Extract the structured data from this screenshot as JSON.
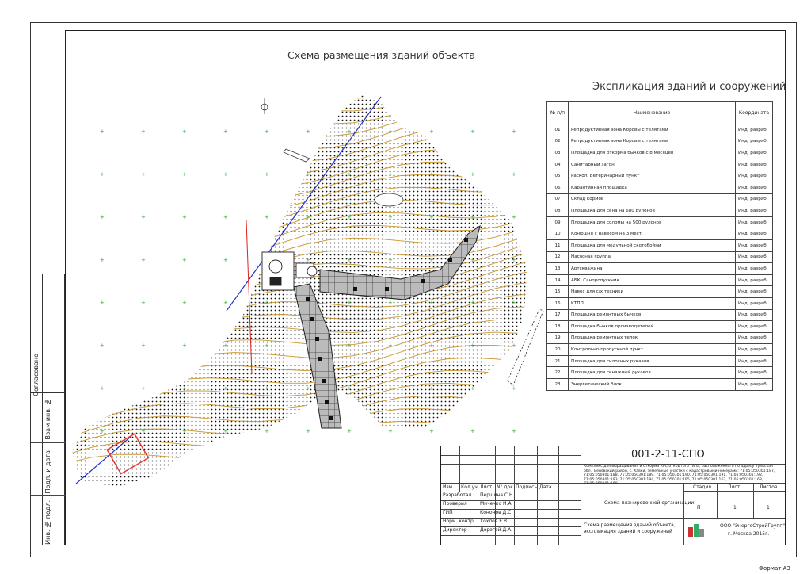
{
  "drawing": {
    "title": "Схема размещения зданий объекта",
    "format": "Формат А3"
  },
  "side_block": {
    "agreed": "Согласовано",
    "inv_replace": "Взам инв. №",
    "sign_date": "Подп. и дата",
    "inv_orig": "Инв. № подл."
  },
  "explication": {
    "title": "Экспликация зданий и сооружений",
    "headers": {
      "num": "№ п/п",
      "name": "Наименование",
      "coord": "Координата"
    },
    "rows": [
      {
        "n": "01",
        "name": "Репродуктивная зона Коровы с телятами",
        "coord": "Инд. разраб."
      },
      {
        "n": "02",
        "name": "Репродуктивная зона Коровы с телятами",
        "coord": "Инд. разраб."
      },
      {
        "n": "03",
        "name": "Площадка для откорма бычков с 8 месяцев",
        "coord": "Инд. разраб."
      },
      {
        "n": "04",
        "name": "Санитарный загон",
        "coord": "Инд. разраб."
      },
      {
        "n": "05",
        "name": "Раскол. Ветеринарный пункт",
        "coord": "Инд. разраб."
      },
      {
        "n": "06",
        "name": "Карантинная площадка",
        "coord": "Инд. разраб."
      },
      {
        "n": "07",
        "name": "Склад кормов",
        "coord": "Инд. разраб."
      },
      {
        "n": "08",
        "name": "Площадка для сена на 680 рулонов",
        "coord": "Инд. разраб."
      },
      {
        "n": "09",
        "name": "Площадка для соломы на 500 рулонов",
        "coord": "Инд. разраб."
      },
      {
        "n": "10",
        "name": "Конюшня с навесом на 3 мест.",
        "coord": "Инд. разраб."
      },
      {
        "n": "11",
        "name": "Площадка для модульной скотобойни",
        "coord": "Инд. разраб."
      },
      {
        "n": "12",
        "name": "Насосная группа",
        "coord": "Инд. разраб."
      },
      {
        "n": "13",
        "name": "Артскважина",
        "coord": "Инд. разраб."
      },
      {
        "n": "14",
        "name": "АБК. Санпропускник",
        "coord": "Инд. разраб."
      },
      {
        "n": "15",
        "name": "Навес для с/х техники",
        "coord": "Инд. разраб."
      },
      {
        "n": "16",
        "name": "КТПП",
        "coord": "Инд. разраб."
      },
      {
        "n": "17",
        "name": "Площадка ремонтных бычков",
        "coord": "Инд. разраб."
      },
      {
        "n": "18",
        "name": "Площадка бычков производителей",
        "coord": "Инд. разраб."
      },
      {
        "n": "19",
        "name": "Площадка ремонтных телок",
        "coord": "Инд. разраб."
      },
      {
        "n": "20",
        "name": "Контрольно-пропускной пункт",
        "coord": "Инд. разраб."
      },
      {
        "n": "21",
        "name": "Площадка для силосных рукавов",
        "coord": "Инд. разраб."
      },
      {
        "n": "22",
        "name": "Площадка для сенажный рукавов",
        "coord": "Инд. разраб."
      },
      {
        "n": "23",
        "name": "Энергетический блок",
        "coord": "Инд. разраб."
      }
    ]
  },
  "stamp": {
    "code": "001-2-11-СПО",
    "description": "Комплекс для выращивания и откорма КРС открытого типа, расположенного по адресу Тульская обл., Венёвский район, с. Хавки, земельные участки с кадастровыми номерами: 71:05:050301:187, 71:05:050301:188, 71:05:050301:189, 71:05:050301:190, 71:05:050301:191, 71:05:050301:192, 71:05:050301:193, 71:05:050301:194, 71:05:050301:195, 71:05:050301:167, 71:05:050301:168, 71:05:050301:169",
    "col_headers": {
      "izm": "Изм.",
      "kol": "Кол.уч.",
      "list": "Лист",
      "doc": "N° док.",
      "sign": "Подпись",
      "date": "Дата"
    },
    "people": [
      {
        "role": "Разработал",
        "name": "Першина С.Н."
      },
      {
        "role": "Проверил",
        "name": "Мичечко И.А."
      },
      {
        "role": "ГИП",
        "name": "Кононов Д.С."
      },
      {
        "role": "Норм. контр.",
        "name": "Хохлов Е.В."
      },
      {
        "role": "Директор",
        "name": "Дорогой Д.А."
      }
    ],
    "section_name": "Схема планировочной организации",
    "stage_label": "Стадия",
    "sheet_label": "Лист",
    "sheets_label": "Листов",
    "stage": "П",
    "sheet": "1",
    "sheets": "1",
    "sheet_title": "Схема размещения зданий объекта, экспликация зданий и сооружений",
    "company": "ООО \"ЭнергоСтройГрупп\"",
    "city": "г. Москва 2015г."
  }
}
